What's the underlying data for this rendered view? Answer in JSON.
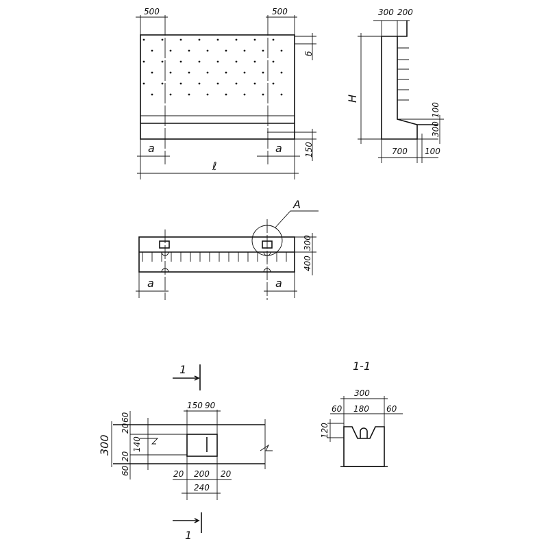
{
  "front_view": {
    "top_left": "500",
    "top_right": "500",
    "b": "б",
    "bottom_h": "150",
    "a_left": "a",
    "a_right": "a",
    "length": "ℓ"
  },
  "side_view": {
    "top_a": "300",
    "top_b": "200",
    "height": "H",
    "slope": "100",
    "base": "300",
    "toe": "700",
    "heel": "100"
  },
  "plan_view": {
    "callout": "А",
    "h_top": "300",
    "h_bottom": "400",
    "a_left": "a",
    "a_right": "a"
  },
  "detail_plan": {
    "section_top": "1",
    "section_bottom": "1",
    "w150": "150",
    "w90": "90",
    "h300": "300",
    "h60a": "60",
    "h20a": "20",
    "h140": "140",
    "h20b": "20",
    "h60b": "60",
    "b20a": "20",
    "b200": "200",
    "b20b": "20",
    "b240": "240"
  },
  "section_1_1": {
    "title": "1-1",
    "w300": "300",
    "w60a": "60",
    "w180": "180",
    "w60b": "60",
    "h120": "120"
  }
}
